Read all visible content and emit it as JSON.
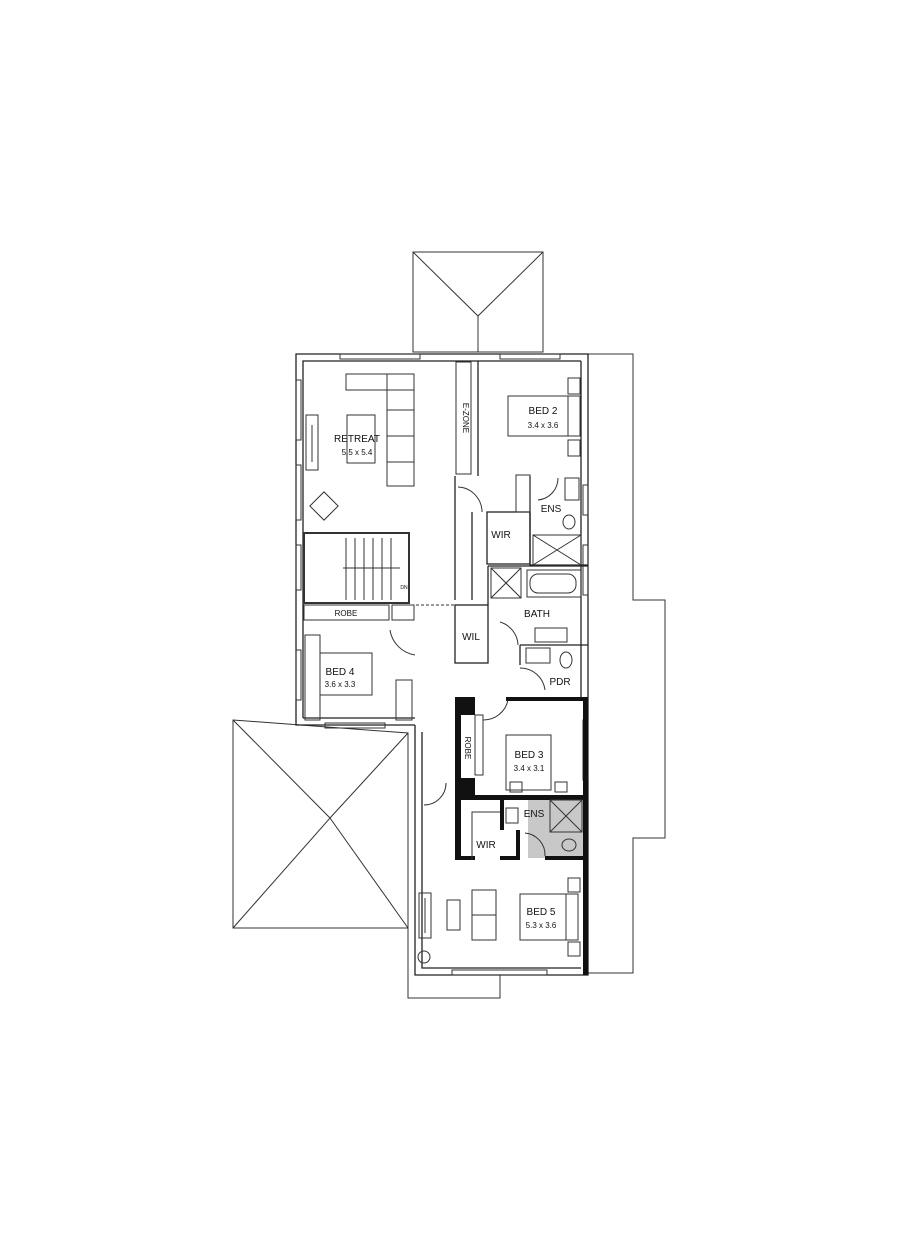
{
  "plan": {
    "rooms": {
      "retreat": {
        "name": "RETREAT",
        "size": "5.5 x 5.4"
      },
      "ezone": {
        "name": "E-ZONE"
      },
      "bed2": {
        "name": "BED 2",
        "size": "3.4 x 3.6"
      },
      "ens2": {
        "name": "ENS"
      },
      "wir2": {
        "name": "WIR"
      },
      "bath": {
        "name": "BATH"
      },
      "robe4": {
        "name": "ROBE"
      },
      "wil": {
        "name": "WIL"
      },
      "pdr": {
        "name": "PDR"
      },
      "bed4": {
        "name": "BED 4",
        "size": "3.6 x 3.3"
      },
      "robe3": {
        "name": "ROBE"
      },
      "bed3": {
        "name": "BED 3",
        "size": "3.4 x 3.1"
      },
      "ens3": {
        "name": "ENS"
      },
      "wir3": {
        "name": "WIR"
      },
      "bed5": {
        "name": "BED 5",
        "size": "5.3 x 3.6"
      }
    },
    "stair_label": "DN",
    "colors": {
      "wall": "#111111",
      "line": "#333333",
      "ensuite_fill": "#c8c8c8"
    }
  }
}
